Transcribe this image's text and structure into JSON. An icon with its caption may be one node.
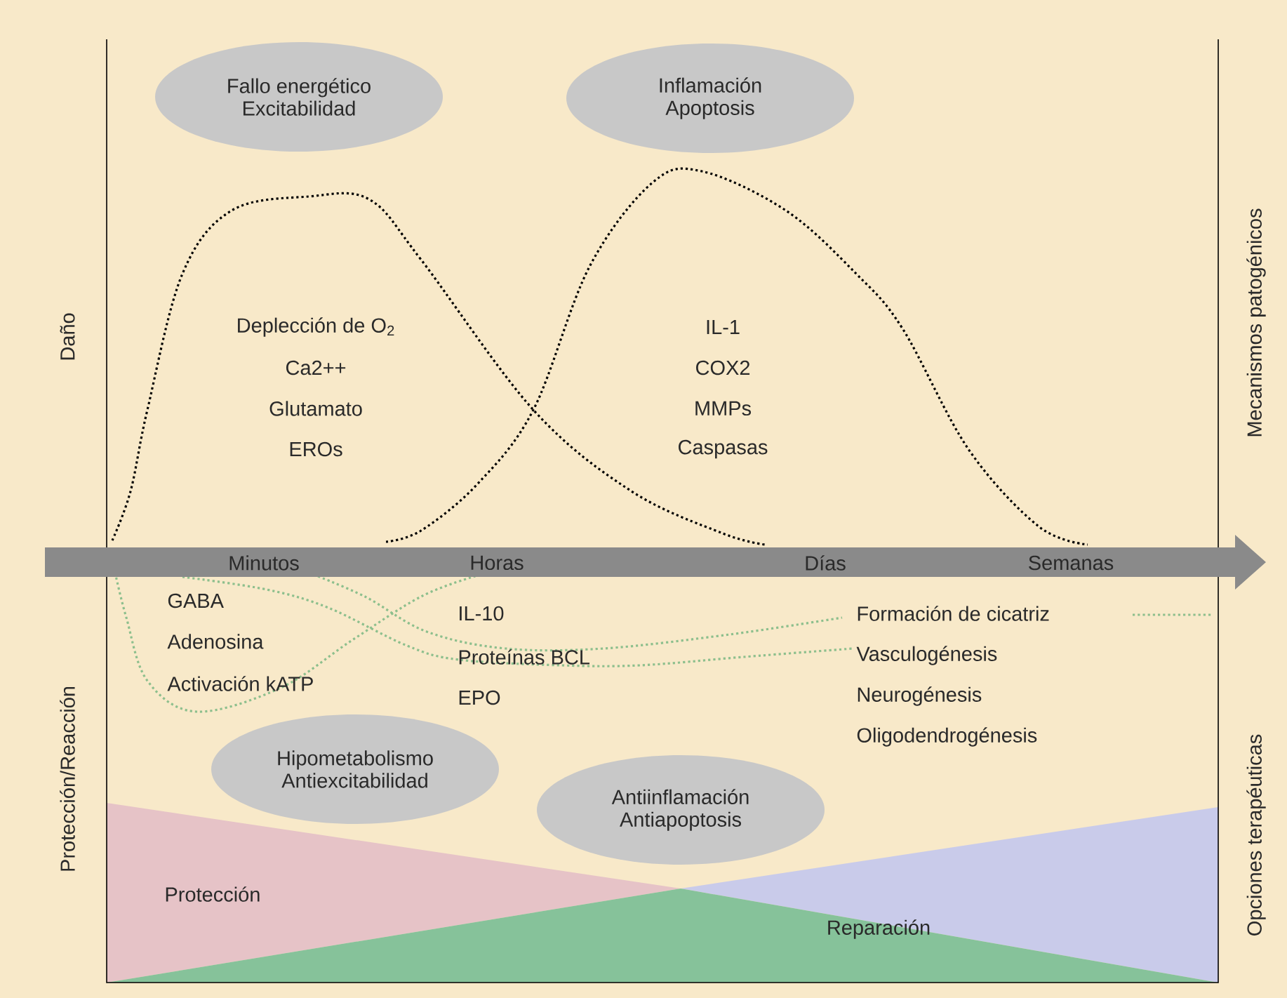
{
  "diagram": {
    "nodes": [
      {
        "text": [
          "Fallo energético",
          "Excitabilidad"
        ]
      },
      {
        "text": [
          "Inflamación",
          "Apoptosis"
        ]
      },
      {
        "text": [
          "Hipometabolismo",
          "Antiexcitabilidad"
        ]
      },
      {
        "text": [
          "Antiinflamación",
          "Antiapoptosis"
        ]
      }
    ],
    "labels": [
      "Daño",
      "Mecanismos patogénicos",
      "Deplección de O$_{2}$",
      "Ca2++",
      "Glutamato",
      "EROs",
      "IL-1",
      "COX2",
      "MMPs",
      "Caspasas",
      "Minutos",
      "Horas",
      "Días",
      "Semanas",
      "GABA",
      "Adenosina",
      "Activación kATP",
      "IL-10",
      "Proteínas BCL",
      "EPO",
      "Formación de cicatriz",
      "Vasculogénesis",
      "Neurogénesis",
      "Oligodendrogénesis",
      "Protección/Reacción",
      "Opciones terapéuticas",
      "Protección",
      "Reparación"
    ]
  }
}
